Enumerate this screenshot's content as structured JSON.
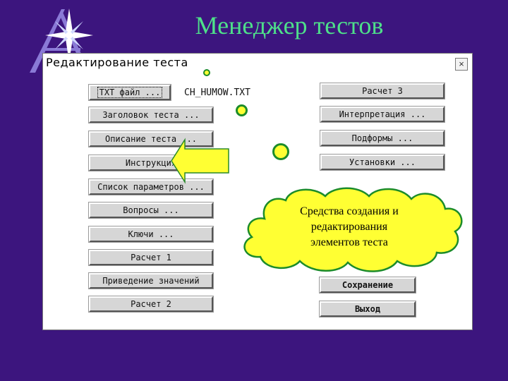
{
  "slide": {
    "title": "Менеджер тестов"
  },
  "window": {
    "title": "Редактирование теста",
    "close_symbol": "×",
    "txt_file_name": "CH_HUMOW.TXT"
  },
  "left_buttons": [
    "TXT файл ...",
    "Заголовок теста ...",
    "Описание теста ...",
    "Инструкция",
    "Список параметров ...",
    "Вопросы ...",
    "Ключи ...",
    "Расчет 1",
    "Приведение значений",
    "Расчет 2"
  ],
  "right_buttons": [
    "Расчет 3",
    "Интерпретация ...",
    "Подформы ...",
    "Установки ..."
  ],
  "bottom_buttons": {
    "save": "Сохранение",
    "exit": "Выход"
  },
  "callout": {
    "line1": "Средства создания и",
    "line2": "редактирования",
    "line3": "элементов теста"
  },
  "colors": {
    "background": "#3c157e",
    "title": "#4ee08a",
    "callout_fill": "#ffff33",
    "callout_border": "#1c8c2a",
    "arrow_fill": "#ffff33"
  },
  "icons": {
    "logo": "sparkle-star-icon",
    "arrow": "left-arrow-icon",
    "close": "close-icon"
  }
}
